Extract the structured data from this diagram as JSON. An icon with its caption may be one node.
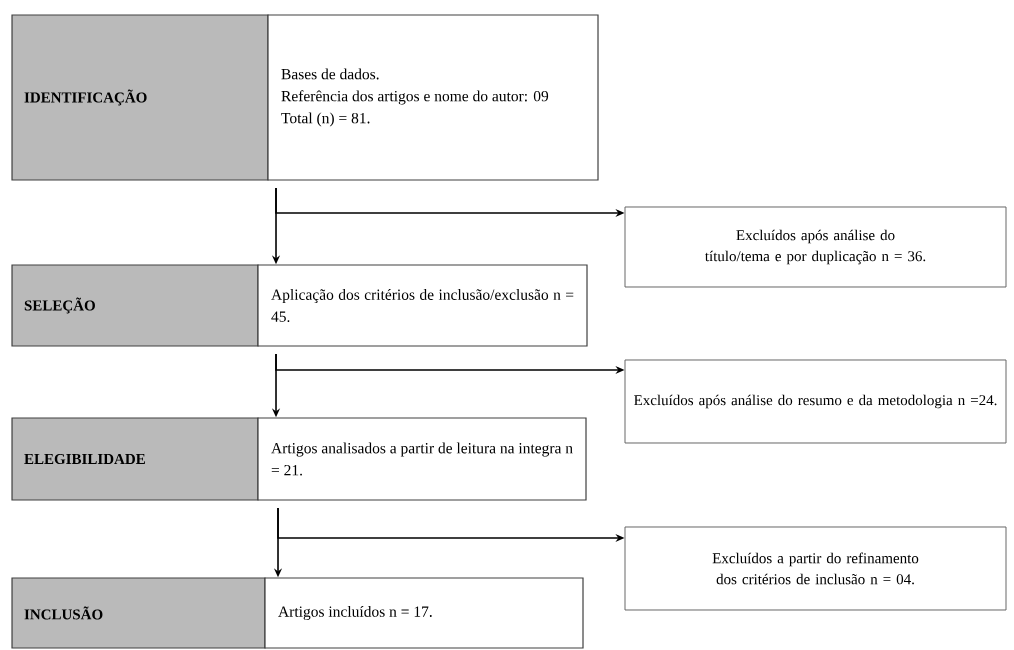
{
  "diagram": {
    "nodes": [
      {
        "text": [
          "IDENTIFICAÇÃO"
        ]
      },
      {
        "text": [
          "Bases de dados.",
          "Referência dos artigos e nome do autor: 09",
          "Total (n) = 81."
        ]
      },
      {
        "text": [
          "Excluídos após análise do título/tema e por duplicação n = 36."
        ]
      },
      {
        "text": [
          "SELEÇÃO"
        ]
      },
      {
        "text": [
          "Aplicação dos critérios de inclusão/exclusão n = 45."
        ]
      },
      {
        "text": [
          "Excluídos após análise do resumo e da metodologia n =24."
        ]
      },
      {
        "text": [
          "ELEGIBILIDADE"
        ]
      },
      {
        "text": [
          "Artigos analisados a partir de leitura na integra n = 21."
        ]
      },
      {
        "text": [
          "Excluídos a partir do refinamento dos critérios de inclusão n = 04."
        ]
      },
      {
        "text": [
          "INCLUSÃO"
        ]
      },
      {
        "text": [
          "Artigos incluídos n = 17."
        ]
      }
    ],
    "edges": [
      {
        "from": 1,
        "to": 2,
        "arrow": "to"
      },
      {
        "from": 1,
        "to": 4,
        "arrow": "to"
      },
      {
        "from": 4,
        "to": 5,
        "arrow": "to"
      },
      {
        "from": 4,
        "to": 7,
        "arrow": "to"
      },
      {
        "from": 7,
        "to": 8,
        "arrow": "to"
      },
      {
        "from": 7,
        "to": 10,
        "arrow": "to"
      }
    ]
  }
}
